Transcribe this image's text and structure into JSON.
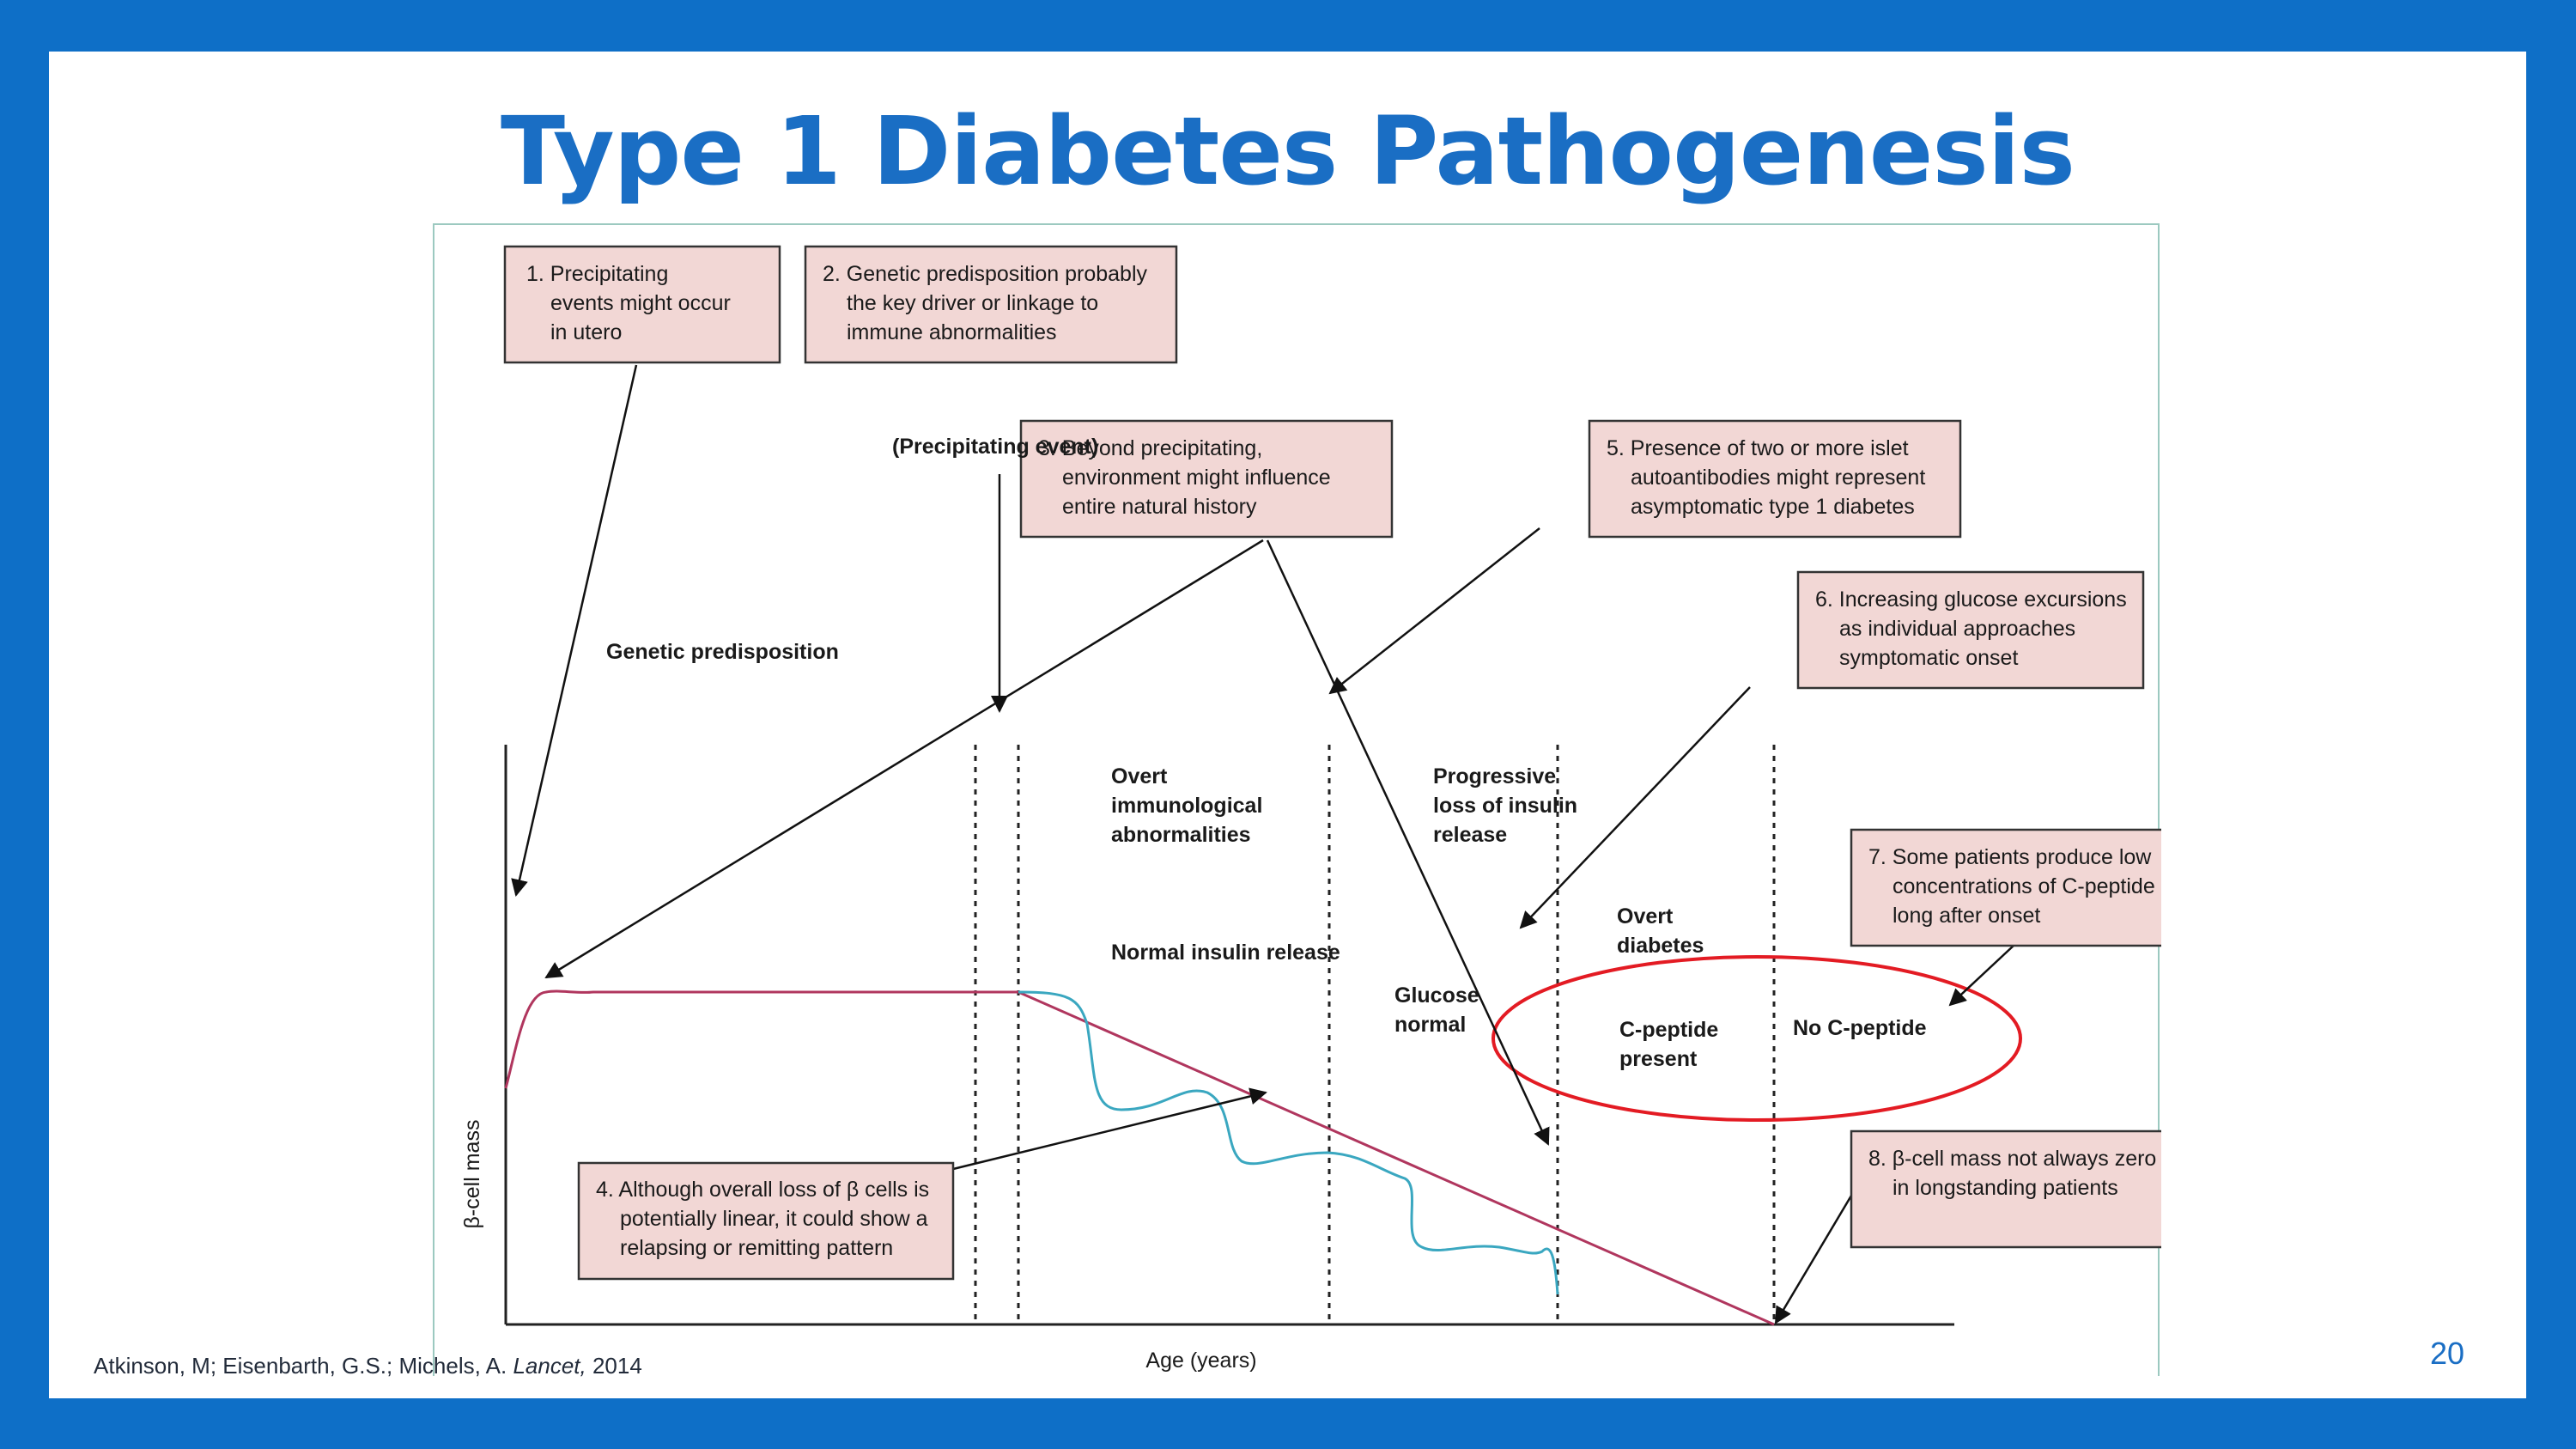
{
  "slide": {
    "title": "Type 1 Diabetes Pathogenesis",
    "citation_authors": "Atkinson, M; Eisenbarth, G.S.; Michels, A.",
    "citation_journal": "Lancet,",
    "citation_year": "2014",
    "page_number": "20"
  },
  "diagram": {
    "boxes": [
      {
        "lines": [
          "1. Precipitating",
          "events might occur",
          "in utero"
        ]
      },
      {
        "lines": [
          "2. Genetic predisposition probably",
          "the key driver or linkage to",
          "immune abnormalities"
        ]
      },
      {
        "lines": [
          "3. Beyond precipitating,",
          "environment might influence",
          "entire natural history"
        ]
      },
      {
        "lines": [
          "4. Although overall loss of β cells is",
          "potentially linear, it could show a",
          "relapsing or remitting pattern"
        ]
      },
      {
        "lines": [
          "5. Presence of two or more islet",
          "autoantibodies might represent",
          "asymptomatic type 1 diabetes"
        ]
      },
      {
        "lines": [
          "6. Increasing glucose excursions",
          "as individual approaches",
          "symptomatic onset"
        ]
      },
      {
        "lines": [
          "7. Some patients produce low",
          "concentrations of C-peptide",
          "long after onset"
        ]
      },
      {
        "lines": [
          "8. β-cell mass not always zero",
          "in longstanding patients"
        ]
      }
    ],
    "labels": {
      "precipitating_event": "(Precipitating event)",
      "genetic_predisposition": "Genetic predisposition",
      "overt_immuno": [
        "Overt",
        "immunological",
        "abnormalities"
      ],
      "progressive_loss": [
        "Progressive",
        "loss of insulin",
        "release"
      ],
      "normal_insulin": "Normal insulin release",
      "glucose_normal": [
        "Glucose",
        "normal"
      ],
      "overt_diabetes": [
        "Overt",
        "diabetes"
      ],
      "c_peptide_present": [
        "C-peptide",
        "present"
      ],
      "no_c_peptide": "No C-peptide",
      "y_axis": "β-cell mass",
      "x_axis": "Age (years)"
    },
    "colors": {
      "box_fill": "#f2d7d5",
      "box_border": "#333333",
      "beta_mass_line": "#b0365e",
      "insulin_wave": "#3aa7c0",
      "highlight_ellipse": "#e31b23",
      "title": "#1a6ec4",
      "frame": "#0e6fc7"
    }
  }
}
